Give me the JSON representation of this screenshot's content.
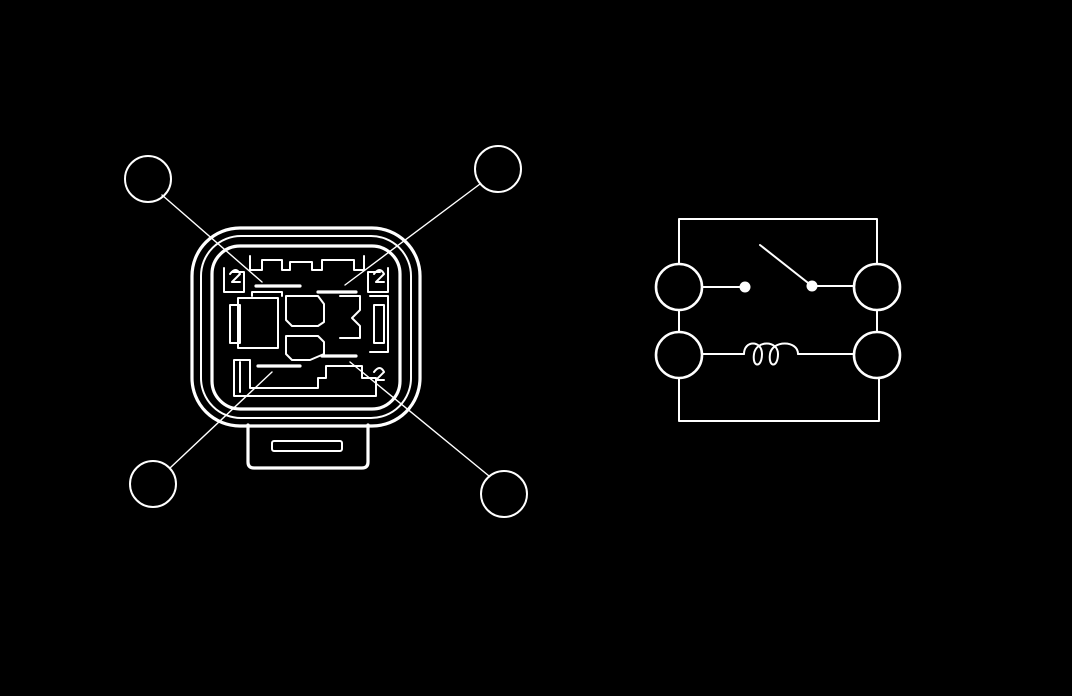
{
  "figure": {
    "background": "#000000",
    "line_color": "#ffffff"
  },
  "connector": {
    "callouts": [
      {
        "position": "top-left",
        "label": ""
      },
      {
        "position": "top-right",
        "label": ""
      },
      {
        "position": "bottom-left",
        "label": ""
      },
      {
        "position": "bottom-right",
        "label": ""
      }
    ]
  },
  "schematic": {
    "components": [
      "switch-contact",
      "relay-coil"
    ],
    "terminals": [
      {
        "position": "top-left",
        "label": ""
      },
      {
        "position": "top-right",
        "label": ""
      },
      {
        "position": "bottom-left",
        "label": ""
      },
      {
        "position": "bottom-right",
        "label": ""
      }
    ]
  }
}
